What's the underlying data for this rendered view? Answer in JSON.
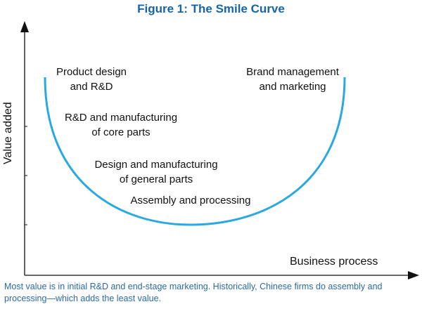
{
  "figure": {
    "title": "Figure 1: The Smile Curve",
    "y_axis_label": "Value added",
    "x_axis_label": "Business process",
    "curve_color": "#29a9e0",
    "title_color": "#1565a8",
    "caption_color": "#2a6aa8"
  },
  "stages": [
    {
      "line1": "Product design",
      "line2": "and R&D"
    },
    {
      "line1": "R&D and manufacturing",
      "line2": "of core parts"
    },
    {
      "line1": "Design and manufacturing",
      "line2": "of general parts"
    },
    {
      "line1": "Assembly and processing",
      "line2": ""
    },
    {
      "line1": "Brand management",
      "line2": "and marketing"
    }
  ],
  "caption": "Most value is in initial R&D and end-stage marketing. Historically, Chinese firms do assembly and processing—which adds the least value."
}
